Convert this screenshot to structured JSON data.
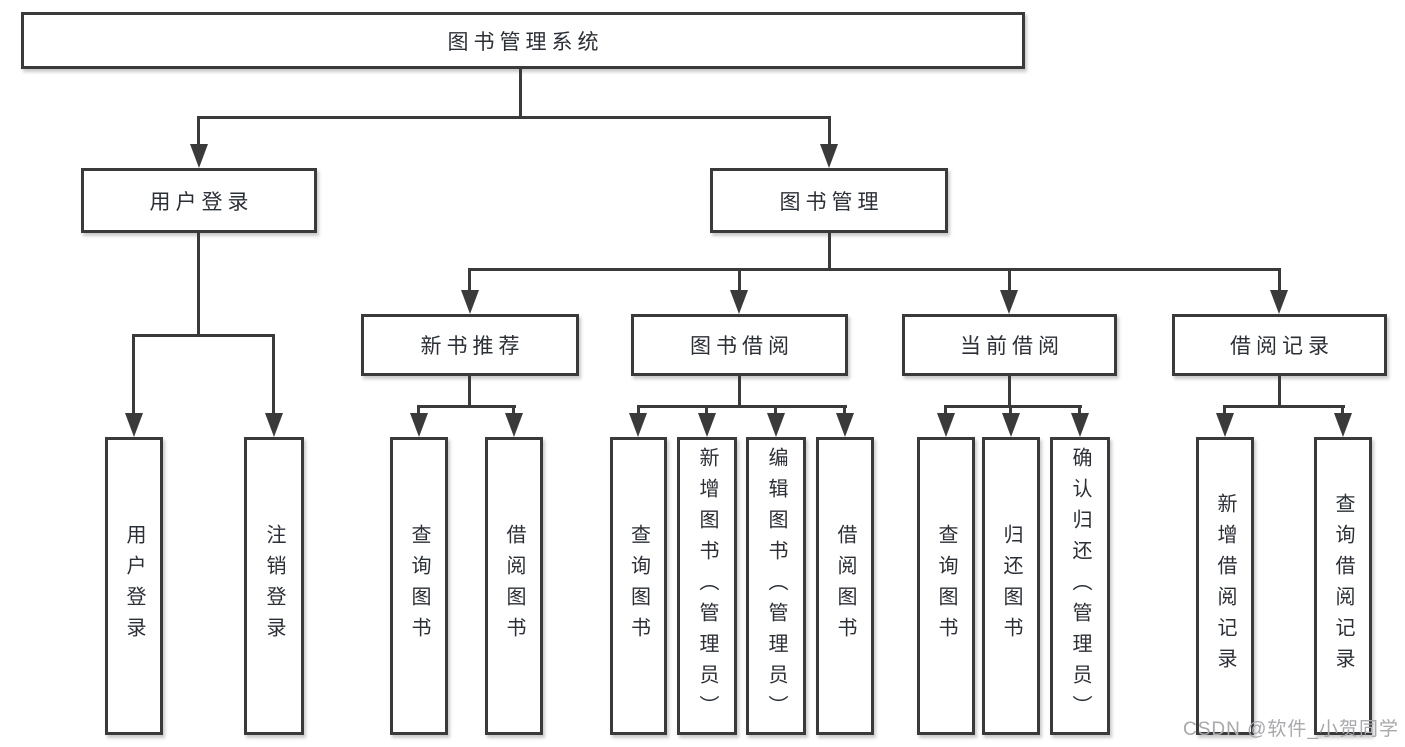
{
  "nodes": {
    "root": "图书管理系统",
    "user_login": "用户登录",
    "book_management": "图书管理",
    "new_book_recommend": "新书推荐",
    "book_borrowing": "图书借阅",
    "current_borrowing": "当前借阅",
    "borrowing_records": "借阅记录"
  },
  "leaves": {
    "user_login": "用户登录",
    "logout": "注销登录",
    "query_books_a": "查询图书",
    "borrow_books_a": "借阅图书",
    "query_books_b": "查询图书",
    "add_books_admin": "新增图书（管理员）",
    "edit_books_admin": "编辑图书（管理员）",
    "borrow_books_b": "借阅图书",
    "query_books_c": "查询图书",
    "return_books": "归还图书",
    "confirm_return_admin": "确认归还（管理员）",
    "add_borrow_record": "新增借阅记录",
    "query_borrow_record": "查询借阅记录"
  },
  "watermark": "CSDN @软件_小贺同学",
  "colors": {
    "line": "#3a3a3a",
    "text": "#2b2f36",
    "watermark": "#a8a8ad",
    "background": "#ffffff"
  }
}
